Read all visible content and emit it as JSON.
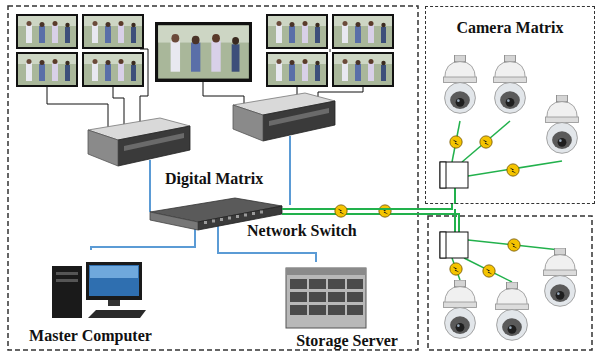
{
  "diagram": {
    "nodes": [
      {
        "text": [
          "Camera Matrix"
        ]
      },
      {
        "text": [
          "Network Switch"
        ]
      },
      {
        "text": [
          "Master Computer"
        ]
      },
      {
        "text": [
          "Storage Server"
        ]
      }
    ],
    "edges": [
      {
        "from": 1,
        "to": 2,
        "arrow": "none"
      },
      {
        "from": 1,
        "to": 3,
        "arrow": "none"
      },
      {
        "from": 1,
        "to": 0,
        "arrow": "none"
      }
    ],
    "labels": [
      "Digital Matrix"
    ]
  }
}
